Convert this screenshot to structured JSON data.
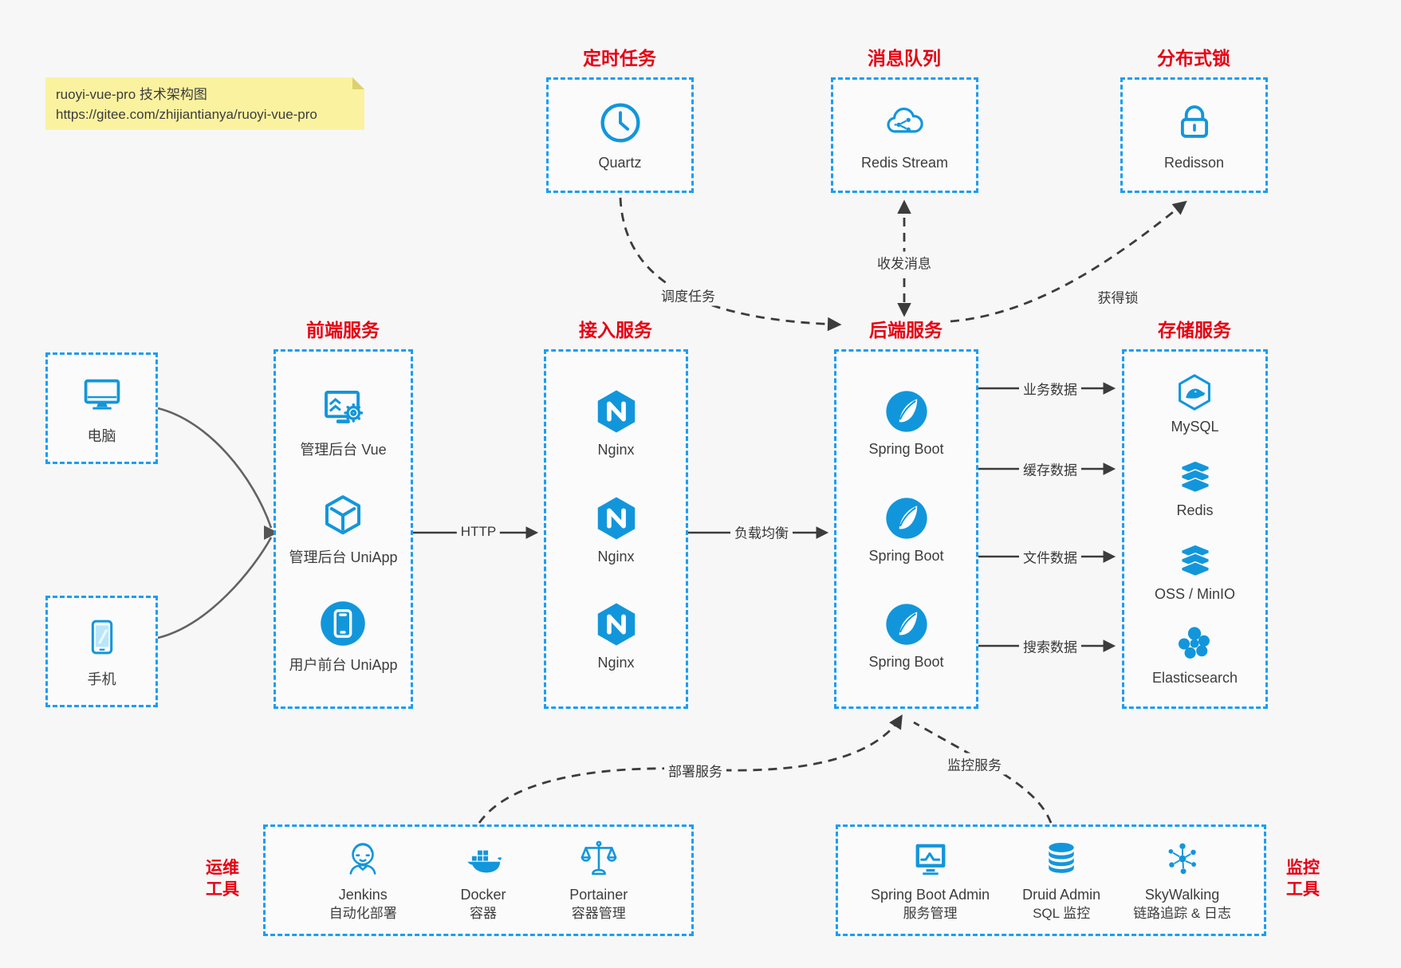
{
  "note": {
    "title": "ruoyi-vue-pro 技术架构图",
    "url": "https://gitee.com/zhijiantianya/ruoyi-vue-pro"
  },
  "colors": {
    "background": "#f7f7f8",
    "box_border": "#1b9df3",
    "icon_blue": "#1296db",
    "title_red": "#e60012",
    "arrow": "#3c3c3c",
    "note_bg": "#fbf2a0"
  },
  "sections": {
    "scheduler": {
      "title": "定时任务",
      "items": [
        {
          "label": "Quartz",
          "icon": "clock"
        }
      ]
    },
    "mq": {
      "title": "消息队列",
      "items": [
        {
          "label": "Redis Stream",
          "icon": "cloud-share"
        }
      ]
    },
    "lock": {
      "title": "分布式锁",
      "items": [
        {
          "label": "Redisson",
          "icon": "padlock"
        }
      ]
    },
    "clients": {
      "items": [
        {
          "label": "电脑",
          "icon": "desktop"
        },
        {
          "label": "手机",
          "icon": "smartphone"
        }
      ]
    },
    "frontend": {
      "title": "前端服务",
      "items": [
        {
          "label": "管理后台 Vue",
          "icon": "admin-monitor-gear"
        },
        {
          "label": "管理后台 UniApp",
          "icon": "uniapp-cube"
        },
        {
          "label": "用户前台 UniApp",
          "icon": "user-app-circle"
        }
      ]
    },
    "gateway": {
      "title": "接入服务",
      "items": [
        {
          "label": "Nginx",
          "icon": "nginx-hexagon"
        },
        {
          "label": "Nginx",
          "icon": "nginx-hexagon"
        },
        {
          "label": "Nginx",
          "icon": "nginx-hexagon"
        }
      ]
    },
    "backend": {
      "title": "后端服务",
      "items": [
        {
          "label": "Spring Boot",
          "icon": "spring-leaf"
        },
        {
          "label": "Spring Boot",
          "icon": "spring-leaf"
        },
        {
          "label": "Spring Boot",
          "icon": "spring-leaf"
        }
      ]
    },
    "storage": {
      "title": "存储服务",
      "items": [
        {
          "label": "MySQL",
          "icon": "mysql-dolphin"
        },
        {
          "label": "Redis",
          "icon": "layer-stack"
        },
        {
          "label": "OSS / MinIO",
          "icon": "layer-stack"
        },
        {
          "label": "Elasticsearch",
          "icon": "cluster-blobs"
        }
      ]
    },
    "ops": {
      "title": "运维工具",
      "items": [
        {
          "name": "Jenkins",
          "desc": "自动化部署",
          "icon": "jenkins-butler"
        },
        {
          "name": "Docker",
          "desc": "容器",
          "icon": "docker-whale"
        },
        {
          "name": "Portainer",
          "desc": "容器管理",
          "icon": "scales"
        }
      ]
    },
    "monitoring": {
      "title": "监控工具",
      "items": [
        {
          "name": "Spring Boot Admin",
          "desc": "服务管理",
          "icon": "monitor-chart"
        },
        {
          "name": "Druid Admin",
          "desc": "SQL 监控",
          "icon": "database-cylinder"
        },
        {
          "name": "SkyWalking",
          "desc": "链路追踪 & 日志",
          "icon": "node-graph"
        }
      ]
    }
  },
  "edges": {
    "http": "HTTP",
    "load_balance": "负载均衡",
    "biz_data": "业务数据",
    "cache_data": "缓存数据",
    "file_data": "文件数据",
    "search_data": "搜索数据",
    "schedule": "调度任务",
    "message": "收发消息",
    "acquire_lock": "获得锁",
    "deploy": "部署服务",
    "monitor": "监控服务"
  }
}
